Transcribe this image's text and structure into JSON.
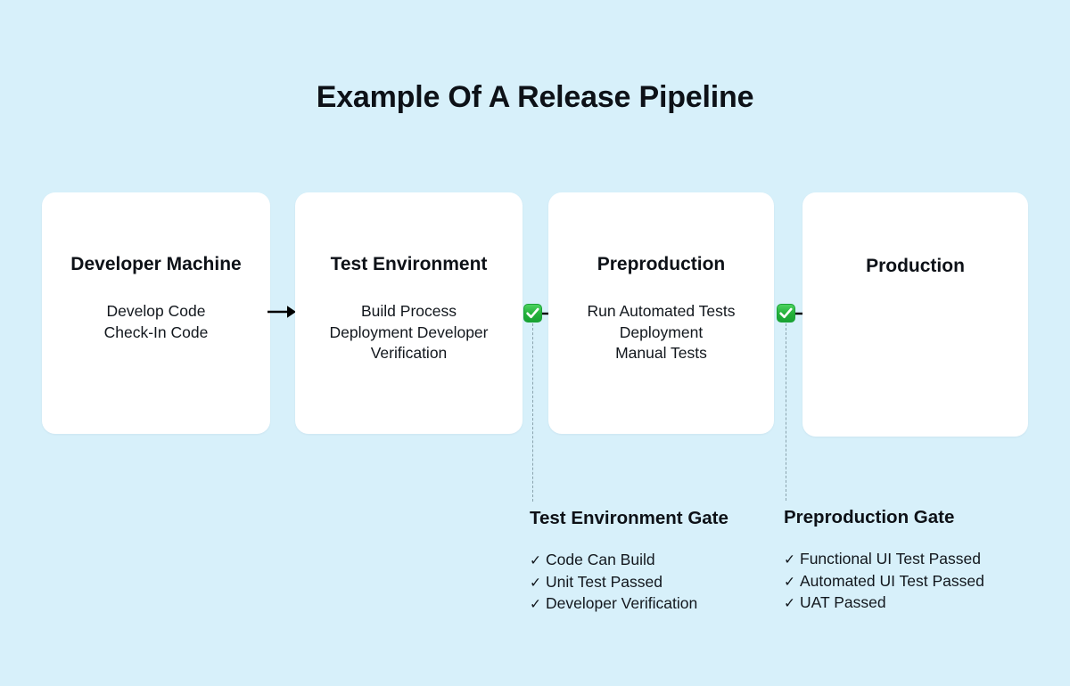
{
  "page": {
    "title": "Example Of A Release Pipeline",
    "background_color": "#d7f0fa"
  },
  "stages": [
    {
      "id": "developer-machine",
      "title": "Developer Machine",
      "lines": "Develop Code\nCheck-In Code"
    },
    {
      "id": "test-environment",
      "title": "Test Environment",
      "lines": "Build Process\nDeployment Developer\nVerification"
    },
    {
      "id": "preproduction",
      "title": "Preproduction",
      "lines": "Run Automated Tests\nDeployment\nManual Tests"
    },
    {
      "id": "production",
      "title": "Production",
      "lines": ""
    }
  ],
  "connectors": [
    {
      "id": "dev-to-test",
      "type": "arrow",
      "icon": "arrow-right-icon"
    },
    {
      "id": "test-to-preprod",
      "type": "gate-arrow",
      "icon": "green-check-badge-icon"
    },
    {
      "id": "preprod-to-prod",
      "type": "gate-arrow",
      "icon": "green-check-badge-icon"
    }
  ],
  "gates": [
    {
      "id": "test-environment-gate",
      "title": "Test Environment Gate",
      "check_glyph": "✓",
      "items": [
        "Code Can Build",
        "Unit Test Passed",
        "Developer Verification"
      ]
    },
    {
      "id": "preproduction-gate",
      "title": "Preproduction Gate",
      "check_glyph": "✓",
      "items": [
        "Functional UI Test Passed",
        "Automated UI Test Passed",
        "UAT Passed"
      ]
    }
  ],
  "colors": {
    "background": "#d7f0fa",
    "card": "#ffffff",
    "text": "#0d1117",
    "gate_badge_green": "#24b13c",
    "dashed_line": "#8aa3ad",
    "arrow": "#000000"
  }
}
